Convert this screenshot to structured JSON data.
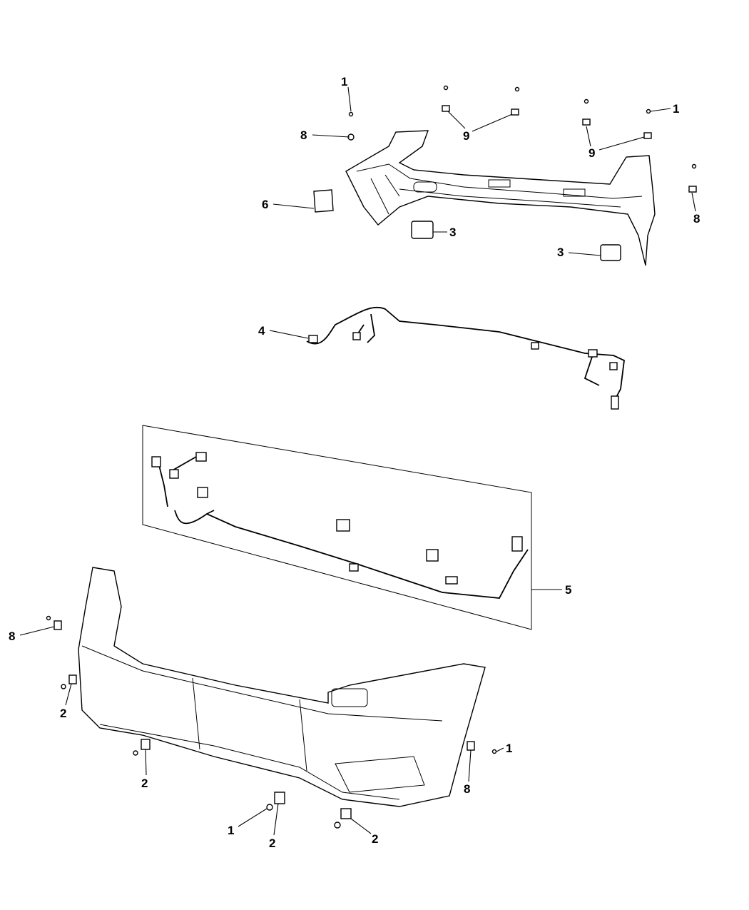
{
  "diagram": {
    "title": "Bumper parts exploded view",
    "callouts": {
      "c1": "1",
      "c2": "1",
      "c3": "8",
      "c4": "9",
      "c5": "9",
      "c6": "8",
      "c7": "6",
      "c8": "3",
      "c9": "3",
      "c10": "4",
      "c11": "5",
      "c12": "8",
      "c13": "2",
      "c14": "2",
      "c15": "1",
      "c16": "8",
      "c17": "1",
      "c18": "2",
      "c19": "2"
    }
  }
}
